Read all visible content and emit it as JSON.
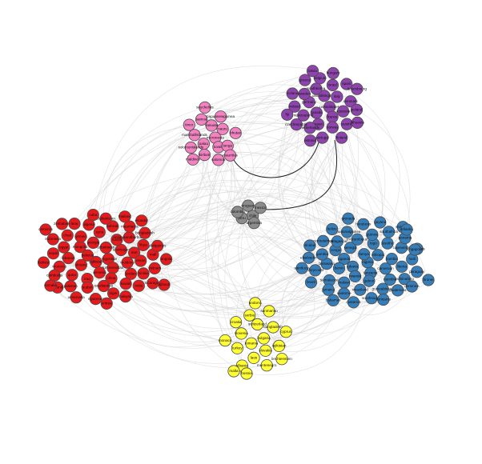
{
  "clusters": [
    {
      "id": "red",
      "color": "#e41a1c",
      "nodes": [
        {
          "label": "kyrgyzstan"
        },
        {
          "label": "tajikistan"
        },
        {
          "label": "uzbekistan"
        },
        {
          "label": "turkmenistan"
        },
        {
          "label": "belarus"
        },
        {
          "label": "azerbaijan"
        },
        {
          "label": "armenia"
        },
        {
          "label": "georgia"
        },
        {
          "label": "moldova"
        },
        {
          "label": "ukraine"
        },
        {
          "label": "russia"
        },
        {
          "label": "china"
        },
        {
          "label": "mongolia"
        },
        {
          "label": "iran"
        },
        {
          "label": "iraq"
        },
        {
          "label": "syria"
        },
        {
          "label": "jordan"
        },
        {
          "label": "lebanon"
        },
        {
          "label": "antiguaandbarbuda"
        },
        {
          "label": "saudiarabia"
        },
        {
          "label": "yemen"
        },
        {
          "label": "oman"
        },
        {
          "label": "qatar"
        },
        {
          "label": "bahrain"
        },
        {
          "label": "kuwait"
        },
        {
          "label": "egypt"
        },
        {
          "label": "libya"
        },
        {
          "label": "sudan"
        },
        {
          "label": "algeria"
        },
        {
          "label": "tunisia"
        },
        {
          "label": "morocco"
        },
        {
          "label": "mauritania"
        },
        {
          "label": "niger"
        },
        {
          "label": "chad"
        },
        {
          "label": "mali"
        },
        {
          "label": "pakistan"
        },
        {
          "label": "afghanistan"
        },
        {
          "label": "india"
        },
        {
          "label": "nepal"
        },
        {
          "label": "bangladesh"
        },
        {
          "label": "myanmar"
        },
        {
          "label": "laos"
        },
        {
          "label": "vietnam"
        },
        {
          "label": "cambodia"
        },
        {
          "label": "thailand"
        },
        {
          "label": "malaysia"
        },
        {
          "label": "indonesia"
        },
        {
          "label": "philippines"
        },
        {
          "label": "venezuela"
        },
        {
          "label": "cuba"
        },
        {
          "label": "nicaragua"
        },
        {
          "label": "bolivia"
        },
        {
          "label": "ecuador"
        },
        {
          "label": "eritrea"
        },
        {
          "label": "zimbabwe"
        },
        {
          "label": "angola"
        },
        {
          "label": "burundi"
        },
        {
          "label": "djibouti"
        },
        {
          "label": "somalia"
        },
        {
          "label": "comoros"
        }
      ]
    },
    {
      "id": "purple",
      "color": "#8e44ad",
      "nodes": [
        {
          "label": "unitedstates"
        },
        {
          "label": "canada"
        },
        {
          "label": "unitedkingdom"
        },
        {
          "label": "france"
        },
        {
          "label": "germany"
        },
        {
          "label": "italy"
        },
        {
          "label": "japan"
        },
        {
          "label": "southkorea"
        },
        {
          "label": "australia"
        },
        {
          "label": "newzealand"
        },
        {
          "label": "israel"
        },
        {
          "label": "norway"
        },
        {
          "label": "sweden"
        },
        {
          "label": "denmark"
        },
        {
          "label": "netherlands"
        },
        {
          "label": "belgium"
        },
        {
          "label": "austria"
        },
        {
          "label": "ireland"
        },
        {
          "label": "spain"
        },
        {
          "label": "portugal"
        },
        {
          "label": "greece"
        },
        {
          "label": "poland"
        },
        {
          "label": "czechrepublic"
        },
        {
          "label": "hungary"
        },
        {
          "label": "finland"
        },
        {
          "label": "iceland"
        },
        {
          "label": "luxembourg"
        },
        {
          "label": "estonia"
        },
        {
          "label": "latvia"
        },
        {
          "label": "lithuania"
        },
        {
          "label": "fiji"
        }
      ]
    },
    {
      "id": "pink",
      "color": "#f283c0",
      "nodes": [
        {
          "label": "micronesia"
        },
        {
          "label": "palau"
        },
        {
          "label": "vanuatu"
        },
        {
          "label": "tuvalu"
        },
        {
          "label": "marshallislands"
        },
        {
          "label": "nauru"
        },
        {
          "label": "kiribati"
        },
        {
          "label": "samoa"
        },
        {
          "label": "tonga"
        },
        {
          "label": "solomonislands"
        },
        {
          "label": "papuanewguinea"
        },
        {
          "label": "salomon"
        },
        {
          "label": "timor"
        },
        {
          "label": "bhutan"
        },
        {
          "label": "maldives"
        },
        {
          "label": "seychelles"
        },
        {
          "label": "mauritius"
        }
      ]
    },
    {
      "id": "gray",
      "color": "#8c8c8c",
      "nodes": [
        {
          "label": "chile"
        },
        {
          "label": "peru"
        },
        {
          "label": "uruguay"
        },
        {
          "label": "argentina"
        },
        {
          "label": "colombia"
        },
        {
          "label": "mexico"
        }
      ]
    },
    {
      "id": "blue",
      "color": "#377eb8",
      "nodes": [
        {
          "label": "nigeria"
        },
        {
          "label": "ghana"
        },
        {
          "label": "kenya"
        },
        {
          "label": "tanzania"
        },
        {
          "label": "uganda"
        },
        {
          "label": "ethiopia"
        },
        {
          "label": "rwanda"
        },
        {
          "label": "senegal"
        },
        {
          "label": "cameroon"
        },
        {
          "label": "benin"
        },
        {
          "label": "togo"
        },
        {
          "label": "gabon"
        },
        {
          "label": "congo"
        },
        {
          "label": "zambia"
        },
        {
          "label": "malawi"
        },
        {
          "label": "mozambique"
        },
        {
          "label": "namibia"
        },
        {
          "label": "botswana"
        },
        {
          "label": "lesotho"
        },
        {
          "label": "swaziland"
        },
        {
          "label": "madagascar"
        },
        {
          "label": "liberia"
        },
        {
          "label": "sierraleone"
        },
        {
          "label": "guinea"
        },
        {
          "label": "guineabissau"
        },
        {
          "label": "gambia"
        },
        {
          "label": "capeverde"
        },
        {
          "label": "saotome"
        },
        {
          "label": "equatorialguinea"
        },
        {
          "label": "burkinafaso"
        },
        {
          "label": "ivorycoast"
        },
        {
          "label": "southafrica"
        },
        {
          "label": "southsudan"
        },
        {
          "label": "centralafrica"
        },
        {
          "label": "haiti"
        },
        {
          "label": "jamaica"
        },
        {
          "label": "honduras"
        },
        {
          "label": "guatemala"
        },
        {
          "label": "elsalvador"
        },
        {
          "label": "panama"
        },
        {
          "label": "costarica"
        },
        {
          "label": "belize"
        },
        {
          "label": "paraguay"
        },
        {
          "label": "brazil"
        },
        {
          "label": "guyana"
        },
        {
          "label": "suriname"
        },
        {
          "label": "trinidad"
        },
        {
          "label": "barbados"
        },
        {
          "label": "bahamas"
        },
        {
          "label": "grenada"
        },
        {
          "label": "dominica"
        },
        {
          "label": "saintlucia"
        },
        {
          "label": "stvincent"
        },
        {
          "label": "srilanka"
        },
        {
          "label": "singapore"
        },
        {
          "label": "brunei"
        }
      ]
    },
    {
      "id": "yellow",
      "color": "#ffff33",
      "nodes": [
        {
          "label": "bulgaria"
        },
        {
          "label": "romania"
        },
        {
          "label": "switzerland"
        },
        {
          "label": "slovakia"
        },
        {
          "label": "slovenia"
        },
        {
          "label": "bangladesh"
        },
        {
          "label": "laos"
        },
        {
          "label": "serbia"
        },
        {
          "label": "tajikistan"
        },
        {
          "label": "turkey"
        },
        {
          "label": "sanmarino"
        },
        {
          "label": "montenegro"
        },
        {
          "label": "croatia"
        },
        {
          "label": "cyprus"
        },
        {
          "label": "albania"
        },
        {
          "label": "andorra"
        },
        {
          "label": "liechtenstein"
        },
        {
          "label": "monaco"
        },
        {
          "label": "malta"
        },
        {
          "label": "bosnia"
        }
      ]
    }
  ]
}
